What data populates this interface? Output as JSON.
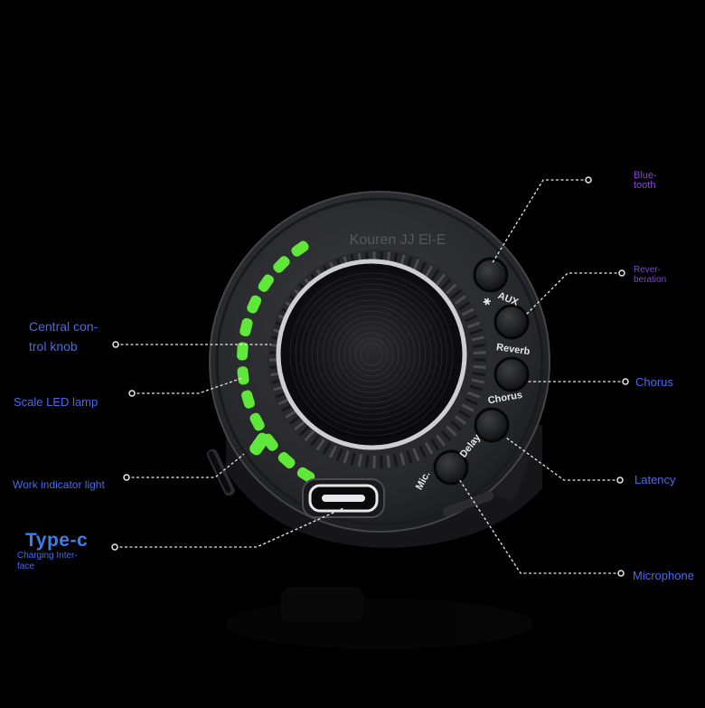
{
  "device": {
    "brand_text": "Kouren JJ El-E",
    "button_labels": [
      "AUX",
      "Reverb",
      "Chorus",
      "Delay",
      "Mic."
    ],
    "bluetooth_symbol": "✱"
  },
  "callouts": {
    "central_knob": "Central con-\ntrol knob",
    "scale_led": "Scale LED lamp",
    "work_indicator": "Work indicator light",
    "typec_title": "Type-c",
    "typec_sub": "Charging Inter-\nface",
    "bluetooth": "Blue-\ntooth",
    "reverberation": "Rever-\nberation",
    "chorus": "Chorus",
    "latency": "Latency",
    "microphone": "Microphone"
  },
  "colors": {
    "led_green": "#5fe83a",
    "label_blue": "#4a6ae8",
    "label_purple": "#8a44e0",
    "body_dark": "#2a2b2e"
  },
  "icons": [
    "bluetooth-icon"
  ]
}
